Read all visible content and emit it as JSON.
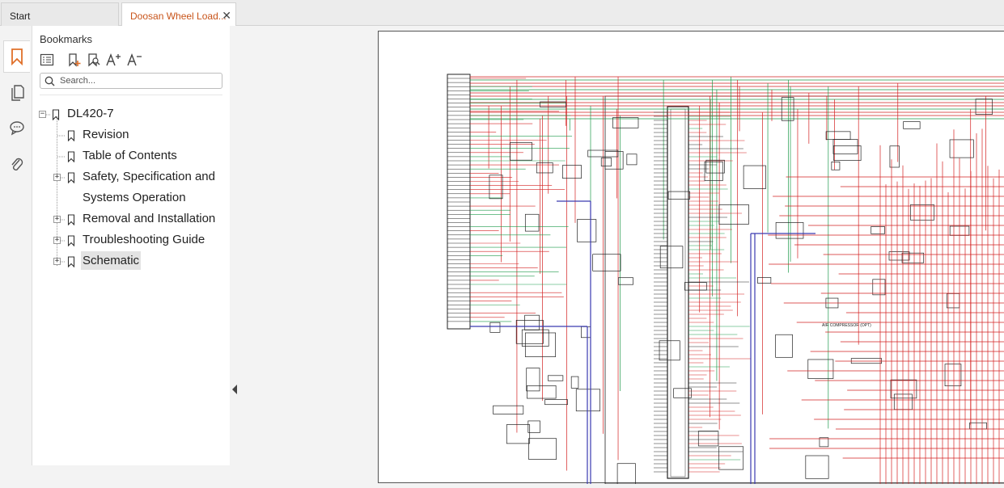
{
  "tabs": [
    {
      "label": "Start",
      "active": false
    },
    {
      "label": "Doosan Wheel Load...",
      "active": true
    }
  ],
  "close_glyph": "✕",
  "rail": {
    "items": [
      "bookmark-icon",
      "pages-icon",
      "comment-icon",
      "attachment-icon"
    ],
    "active": "bookmark-icon"
  },
  "bookmarks": {
    "title": "Bookmarks",
    "toolbar": [
      "expand-all-icon",
      "add-bookmark-icon",
      "find-bookmark-icon",
      "increase-font-icon",
      "decrease-font-icon"
    ],
    "search_placeholder": "Search...",
    "root": {
      "label": "DL420-7",
      "expander": "−"
    },
    "items": [
      {
        "label": "Revision",
        "expander": ""
      },
      {
        "label": "Table of Contents",
        "expander": ""
      },
      {
        "label": "Safety, Specification and",
        "label2": "Systems Operation",
        "expander": "+"
      },
      {
        "label": "Removal and Installation",
        "expander": "+"
      },
      {
        "label": "Troubleshooting Guide",
        "expander": "+"
      },
      {
        "label": "Schematic",
        "expander": "+",
        "selected": true
      }
    ]
  },
  "schematic": {
    "label": "AIR COMPRESSOR (OPT)",
    "colors": {
      "red": "#d32020",
      "green": "#1e9a4a",
      "black": "#222222",
      "blue": "#3a3ab0"
    }
  }
}
